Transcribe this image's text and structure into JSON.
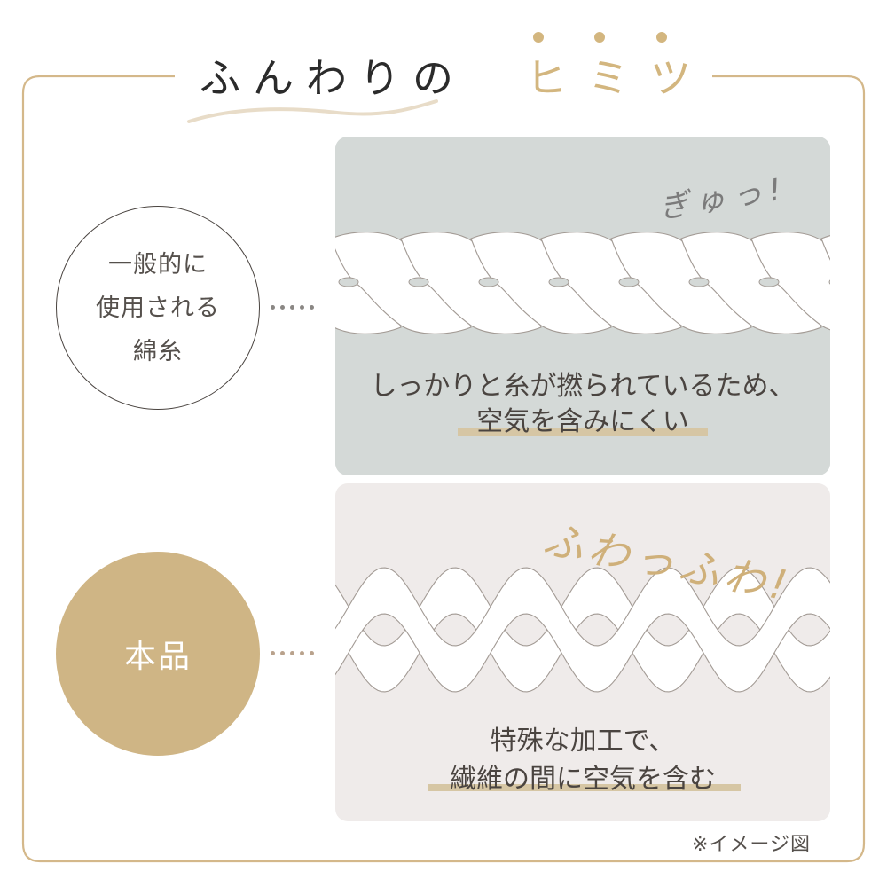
{
  "title": {
    "main": "ふんわりの",
    "accent": "ヒミツ",
    "accent_color": "#d3b67f",
    "underline_color": "#e8dcc8"
  },
  "frame": {
    "border_color": "#d4b88a"
  },
  "comparison": {
    "common": {
      "label_lines": [
        "一般的に",
        "使用される",
        "綿糸"
      ],
      "sound_effect": "ぎゅっ!",
      "description_line1": "しっかりと糸が撚られているため、",
      "description_line2": "空気を含みにくい",
      "panel_color": "#d4d9d7",
      "rope_style": "tight-twist-icon"
    },
    "product": {
      "label": "本品",
      "sound_effect": "ふわっふわ!",
      "description_line1": "特殊な加工で、",
      "description_line2": "繊維の間に空気を含む",
      "panel_color": "#efebea",
      "circle_color": "#cfb585",
      "rope_style": "loose-twist-icon"
    }
  },
  "note": "※イメージ図",
  "highlight_color": "#d6c6a4"
}
